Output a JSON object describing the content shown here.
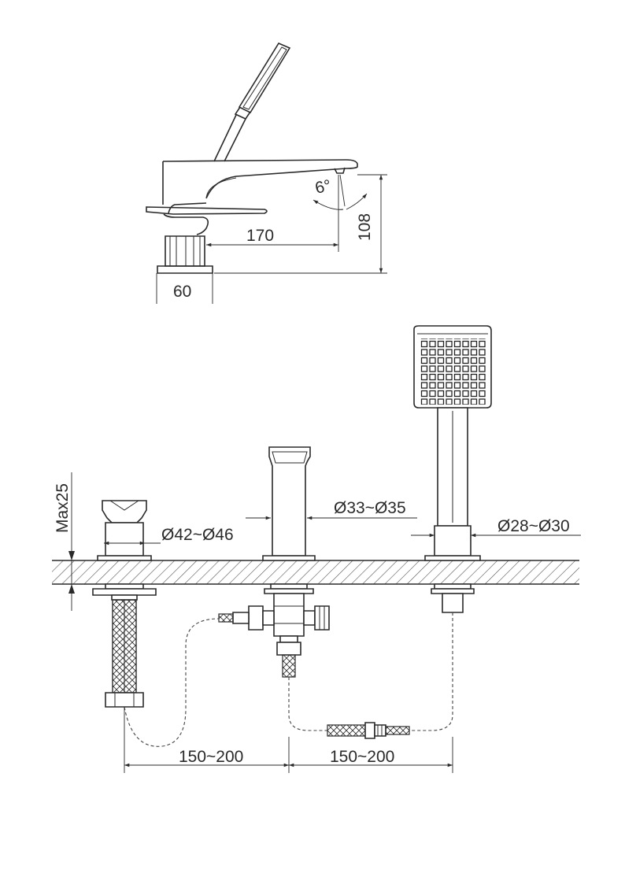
{
  "side_view": {
    "dim_spout_reach": "170",
    "dim_base_width": "60",
    "dim_height": "108",
    "dim_angle": "6°"
  },
  "front_view": {
    "dim_deck_max": "Max25",
    "dim_valve_hole": "Ø42~Ø46",
    "dim_spout_hole": "Ø33~Ø35",
    "dim_shower_hole": "Ø28~Ø30",
    "dim_spacing_left": "150~200",
    "dim_spacing_right": "150~200"
  },
  "colors": {
    "line": "#2a2a2a",
    "background": "#ffffff"
  }
}
